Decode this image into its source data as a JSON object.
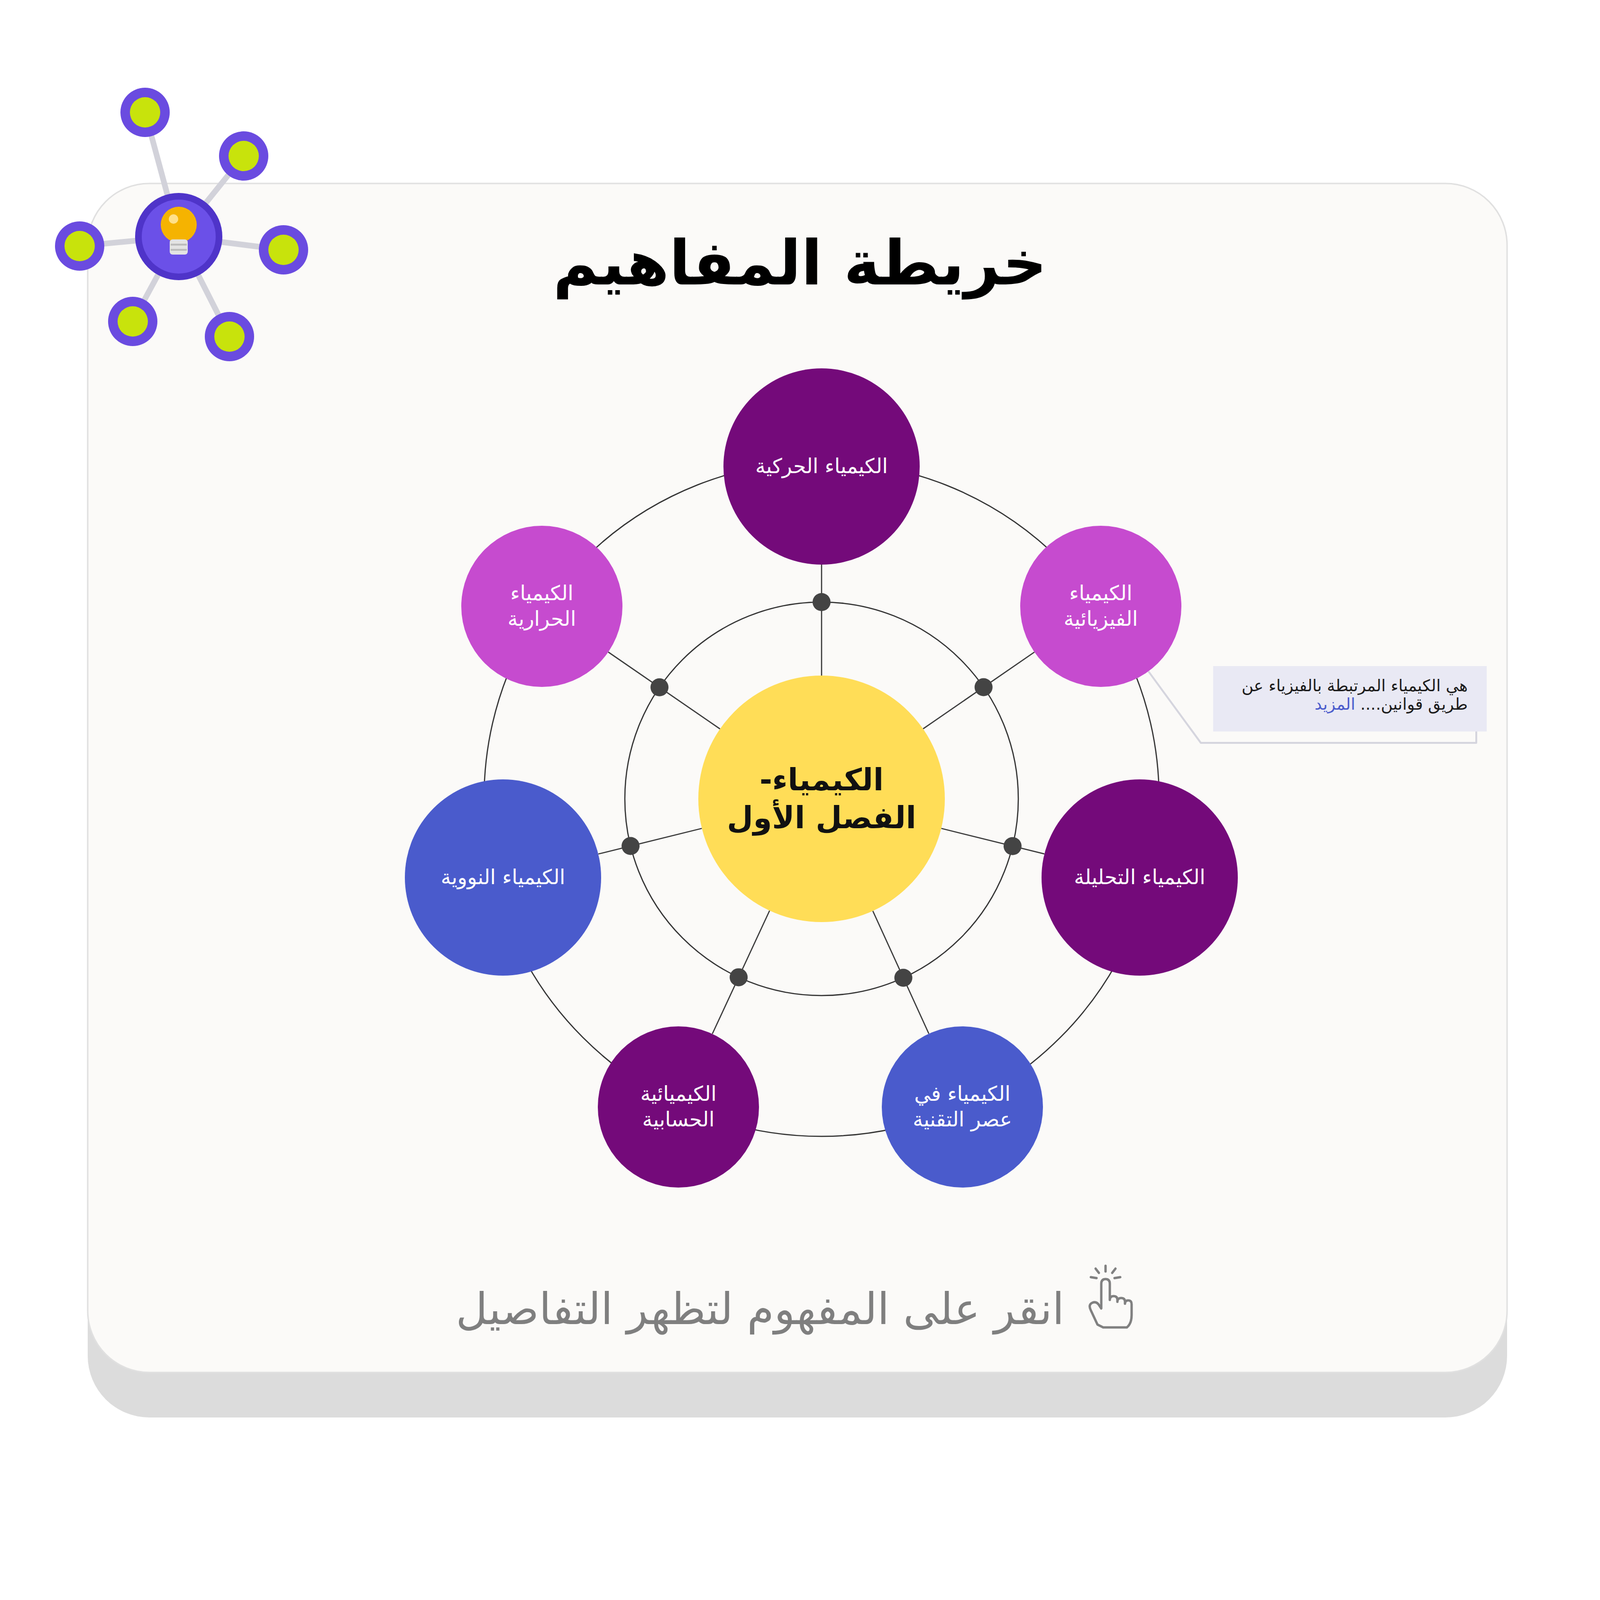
{
  "diagram": {
    "title": "خريطة المفاهيم",
    "nodes": [
      {
        "text": [
          "الكيمياء- الفصل الأول"
        ]
      },
      {
        "text": [
          "الكيمياء الحركية"
        ]
      },
      {
        "text": [
          "الكيمياء الفيزيائية"
        ]
      },
      {
        "text": [
          "الكيمياء التحليلة"
        ]
      },
      {
        "text": [
          "الكيمياء في عصر التقنية"
        ]
      },
      {
        "text": [
          "الكيميائية الحسابية"
        ]
      },
      {
        "text": [
          "الكيمياء النووية"
        ]
      },
      {
        "text": [
          "الكيمياء الحرارية"
        ]
      },
      {
        "text": [
          "هي الكيمياء المرتبطة بالفيزياء عن طريق قوانين....",
          "المزيد"
        ]
      }
    ],
    "edges": [
      {
        "from": 0,
        "to": 1,
        "arrow": "none"
      },
      {
        "from": 0,
        "to": 2,
        "arrow": "none"
      },
      {
        "from": 0,
        "to": 3,
        "arrow": "none"
      },
      {
        "from": 0,
        "to": 4,
        "arrow": "none"
      },
      {
        "from": 0,
        "to": 5,
        "arrow": "none"
      },
      {
        "from": 0,
        "to": 6,
        "arrow": "none"
      },
      {
        "from": 0,
        "to": 7,
        "arrow": "none"
      },
      {
        "from": 2,
        "to": 8,
        "arrow": "none"
      }
    ],
    "labels": [
      "انقر على المفهوم لتظهر التفاصيل"
    ]
  }
}
